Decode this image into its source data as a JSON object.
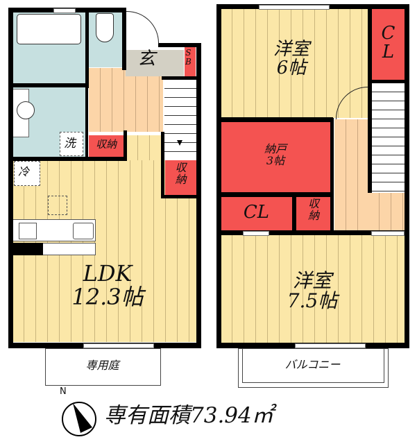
{
  "floor_plan": {
    "first_floor": {
      "rooms": {
        "genkan": {
          "label": "玄"
        },
        "shoe_box": {
          "label": "S\nB"
        },
        "washer": {
          "label": "洗"
        },
        "fridge": {
          "label": "冷"
        },
        "storage_1": {
          "label": "収納"
        },
        "storage_2": {
          "label": "収\n納"
        },
        "ldk": {
          "label": "LDK\n12.3帖"
        },
        "garden": {
          "label": "専用庭"
        }
      }
    },
    "second_floor": {
      "rooms": {
        "western_6": {
          "label": "洋室\n6帖"
        },
        "closet_top": {
          "label": "C\nL"
        },
        "storeroom": {
          "label": "納戸\n3帖"
        },
        "closet_bottom": {
          "label": "CL"
        },
        "storage_3": {
          "label": "収\n納"
        },
        "western_7_5": {
          "label": "洋室\n7.5帖"
        },
        "balcony": {
          "label": "バルコニー"
        }
      }
    },
    "compass": {
      "label": "N"
    },
    "area": {
      "label": "専有面積73.94㎡"
    }
  },
  "colors": {
    "wall": "#000000",
    "floor_yellow": "#fbe7a8",
    "floor_peach": "#fcd5a8",
    "wet_area": "#c6e0e0",
    "storage_red": "#f45351",
    "genkan_gray": "#d3d0c4"
  }
}
